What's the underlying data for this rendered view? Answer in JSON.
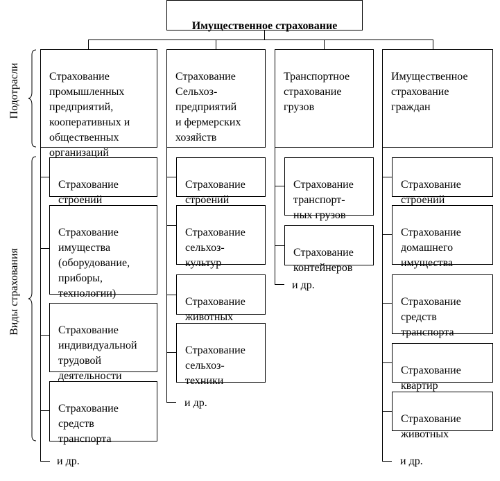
{
  "root": "Имущественное страхование",
  "side_labels": {
    "subsectors": "Подотрасли",
    "types": "Виды страхования"
  },
  "columns": [
    {
      "header": "Страхование\nпромышленных\nпредприятий,\nкооперативных и\nобщественных\nорганизаций",
      "items": [
        "Страхование\nстроений",
        "Страхование\nимущества\n(оборудование,\nприборы,\nтехнологии)",
        "Страхование\nиндивидуальной\nтрудовой\nдеятельности",
        "Страхование\nсредств\nтранспорта"
      ],
      "etc": "и др."
    },
    {
      "header": "Страхование\nСельхоз-\nпредприятий\nи фермерских\nхозяйств",
      "items": [
        "Страхование\nстроений",
        "Страхование\nсельхоз-\nкультур",
        "Страхование\nживотных",
        "Страхование\nсельхоз-\nтехники"
      ],
      "etc": "и др."
    },
    {
      "header": "Транспортное\nстрахование\nгрузов",
      "items": [
        "Страхование\nтранспорт-\nных грузов",
        "Страхование\nконтейнеров"
      ],
      "etc": "и др."
    },
    {
      "header": "Имущественное\nстрахование\nграждан",
      "items": [
        "Страхование\nстроений",
        "Страхование\nдомашнего\nимущества",
        "Страхование\nсредств\nтранспорта",
        "Страхование\nквартир",
        "Страхование\nживотных"
      ],
      "etc": "и др."
    }
  ]
}
